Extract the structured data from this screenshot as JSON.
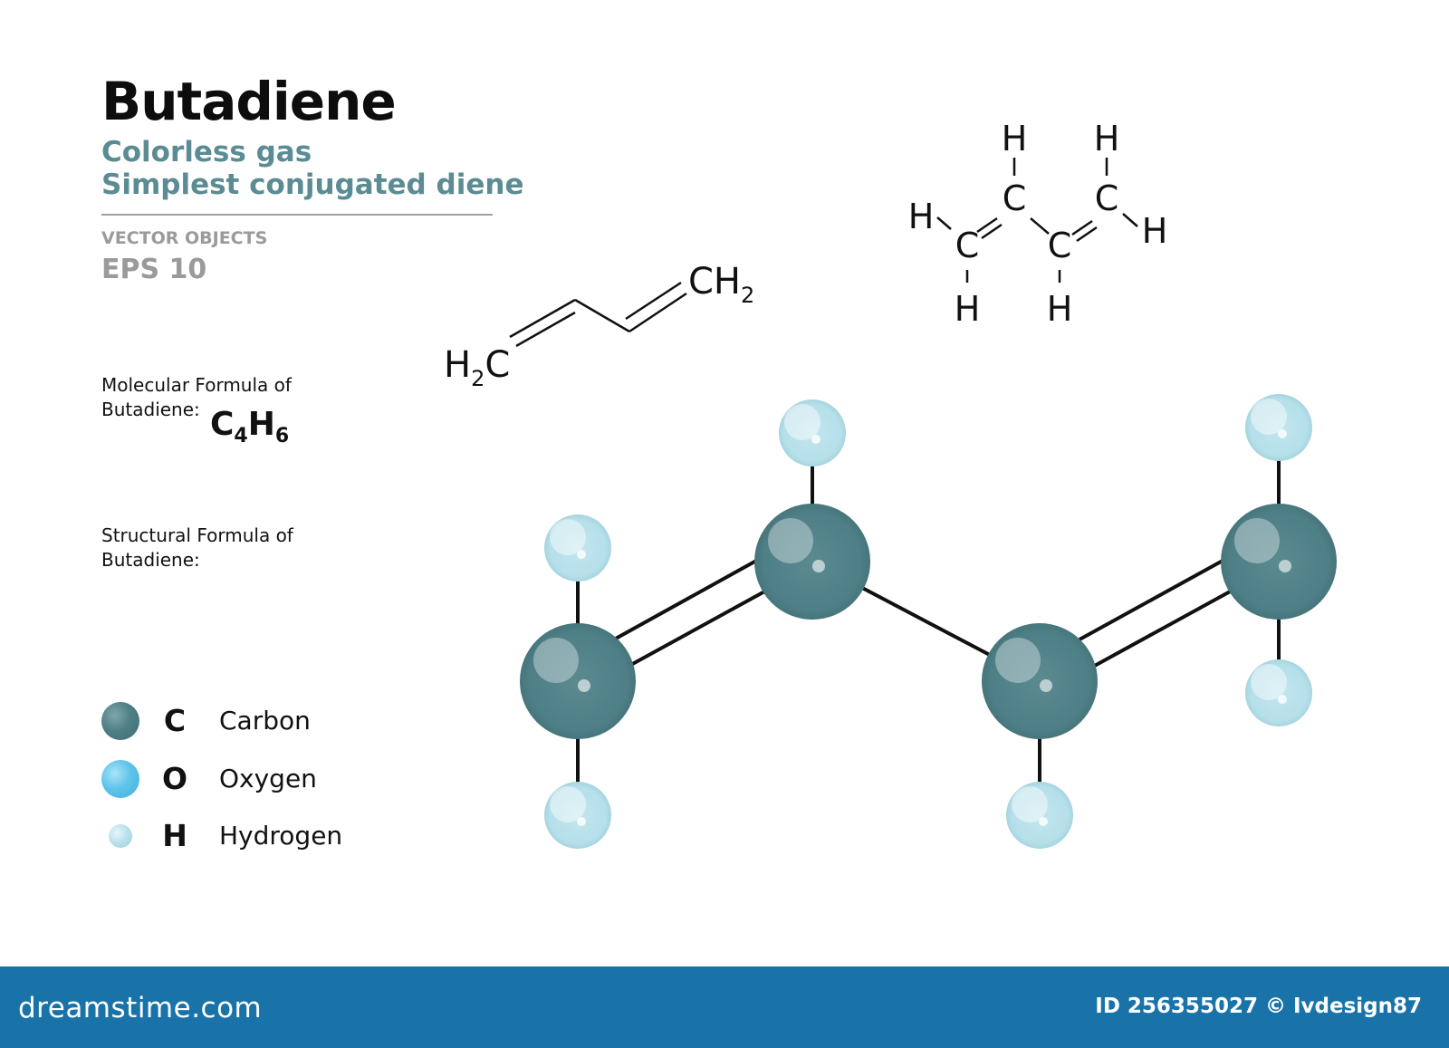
{
  "title": "Butadiene",
  "subtitle_1": "Colorless gas",
  "subtitle_2": "Simplest conjugated diene",
  "vector_label": "VECTOR OBJECTS",
  "eps_label": "EPS 10",
  "molecular_formula_label_1": "Molecular Formula of",
  "molecular_formula_label_2": "Butadiene:",
  "molecular_formula": {
    "parts": [
      {
        "symbol": "C",
        "count": "4"
      },
      {
        "symbol": "H",
        "count": "6"
      }
    ]
  },
  "structural_formula_label_1": "Structural  Formula of",
  "structural_formula_label_2": "Butadiene:",
  "skeletal_formula": {
    "left_group": {
      "main": "H",
      "sub": "2",
      "end": "C"
    },
    "right_group": {
      "main": "CH",
      "sub": "2"
    }
  },
  "structural_atoms": {
    "H": "H",
    "C": "C"
  },
  "legend": [
    {
      "symbol": "C",
      "name": "Carbon",
      "color": "#4f7f86",
      "marker": "carbon-dot"
    },
    {
      "symbol": "O",
      "name": "Oxygen",
      "color": "#5fc4ea",
      "marker": "oxygen-dot"
    },
    {
      "symbol": "H",
      "name": "Hydrogen",
      "color": "#b7e0ea",
      "marker": "hydrogen-dot"
    }
  ],
  "colors": {
    "carbon": "#4f7f86",
    "hydrogen": "#b7e0ea",
    "oxygen": "#5fc4ea",
    "subtitle": "#5b8c93",
    "footer": "#1a73a8"
  },
  "footer": {
    "brand": "dreamstime.com",
    "id_text": "ID 256355027 © Ivdesign87"
  }
}
